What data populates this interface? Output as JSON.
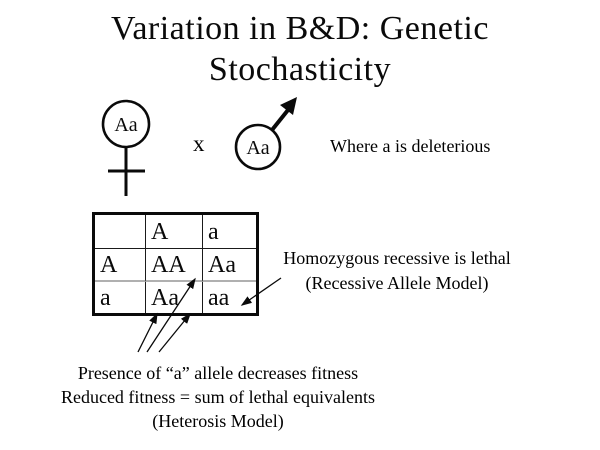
{
  "slide": {
    "title_line1": "Variation in B&D: Genetic",
    "title_line2": "Stochasticity",
    "female_genotype": "Aa",
    "male_genotype": "Aa",
    "cross_label": "x",
    "deleterious_note": "Where a is deleterious",
    "punnett": {
      "rows": [
        [
          "",
          "A",
          "a"
        ],
        [
          "A",
          "AA",
          "Aa"
        ],
        [
          "a",
          "Aa",
          "aa"
        ]
      ]
    },
    "recessive_note_line1": "Homozygous recessive is lethal",
    "recessive_note_line2": "(Recessive Allele Model)",
    "heterosis_note_line1": "Presence of “a” allele decreases fitness",
    "heterosis_note_line2": "Reduced fitness = sum of lethal equivalents",
    "heterosis_note_line3": "(Heterosis Model)",
    "colors": {
      "text": "#000000",
      "background": "#ffffff",
      "table_grid": "#1a1a1a",
      "table_soft_grid": "#b0b0b0"
    }
  }
}
